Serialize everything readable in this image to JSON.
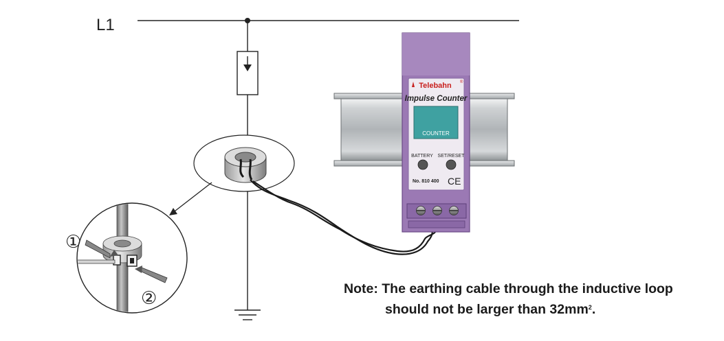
{
  "diagram": {
    "line_label": "L1",
    "device": {
      "brand": "Telebahn",
      "brand_mark": "®",
      "product": "Impulse Counter",
      "display_label": "COUNTER",
      "button_left": "BATTERY",
      "button_right": "SET/RESET",
      "model_number": "No. 810 400",
      "ce_mark": "CE"
    },
    "step_markers": [
      "①",
      "②"
    ],
    "note": {
      "line1": "Note: The earthing cable through the inductive loop",
      "line2": "should not be larger than 32mm",
      "superscript": "2",
      "suffix": "."
    },
    "colors": {
      "device_body": "#9b79b4",
      "device_face": "#efeaf1",
      "display": "#3fa1a1",
      "brand_red": "#c8201e",
      "rail_gray": "#bfc3c5",
      "wire": "#1a1a1a"
    }
  }
}
